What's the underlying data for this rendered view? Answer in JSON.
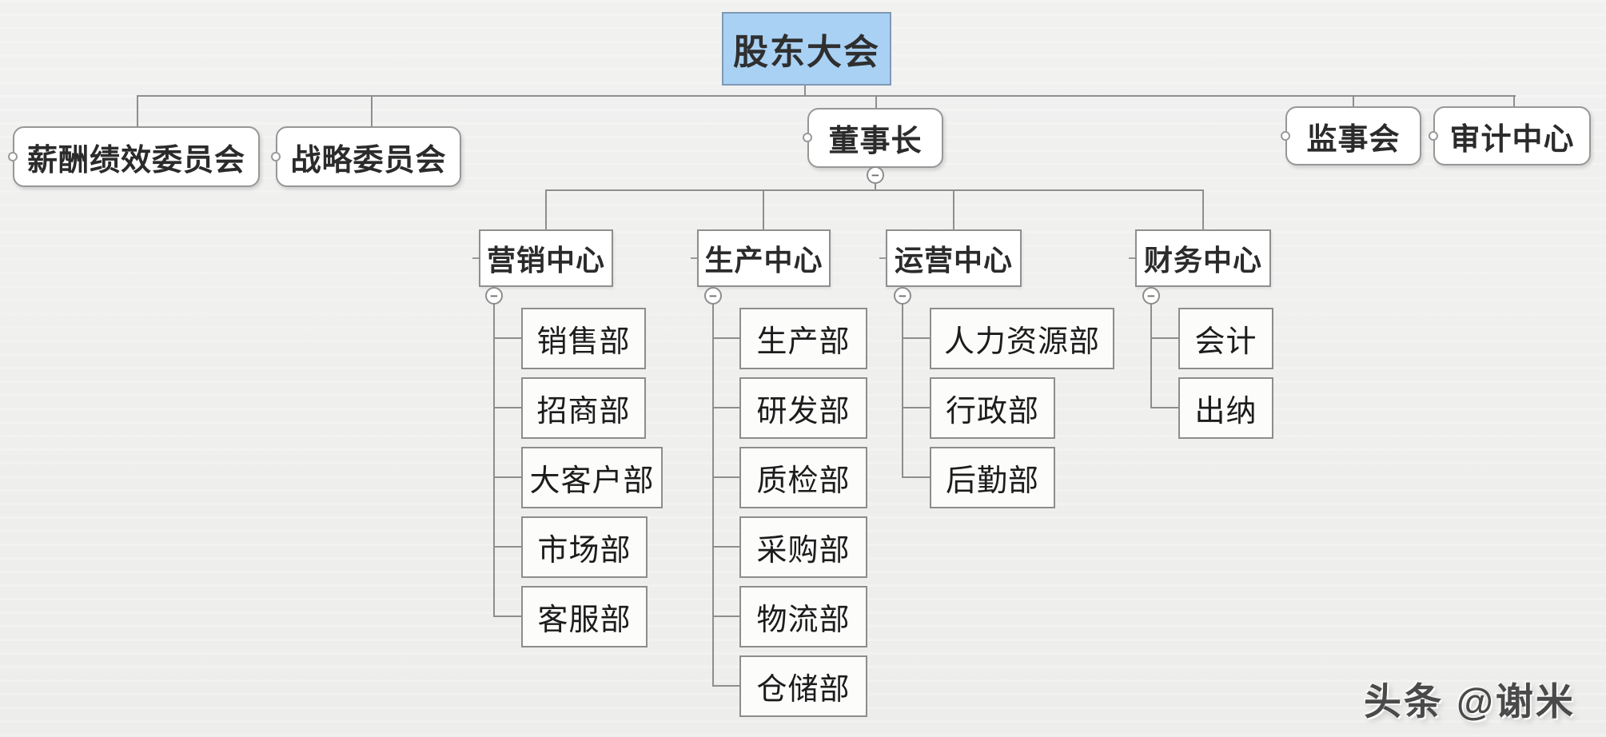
{
  "org_chart": {
    "root": {
      "label": "股东大会"
    },
    "level1": [
      {
        "label": "薪酬绩效委员会"
      },
      {
        "label": "战略委员会"
      },
      {
        "label": "董事长"
      },
      {
        "label": "监事会"
      },
      {
        "label": "审计中心"
      }
    ],
    "centers": [
      {
        "label": "营销中心",
        "departments": [
          "销售部",
          "招商部",
          "大客户部",
          "市场部",
          "客服部"
        ]
      },
      {
        "label": "生产中心",
        "departments": [
          "生产部",
          "研发部",
          "质检部",
          "采购部",
          "物流部",
          "仓储部"
        ]
      },
      {
        "label": "运营中心",
        "departments": [
          "人力资源部",
          "行政部",
          "后勤部"
        ]
      },
      {
        "label": "财务中心",
        "departments": [
          "会计",
          "出纳"
        ]
      }
    ]
  },
  "icons": {
    "collapse_minus": "−"
  },
  "colors": {
    "canvas_bg": "#efefee",
    "root_fill": "#a9d1f4",
    "root_border": "#7f98b4",
    "node_fill": "#ffffff",
    "node_border": "#8f8f8f",
    "connector": "#8e8e8e",
    "text": "#2b2b2b",
    "watermark": "#4a4a4a"
  },
  "watermark": {
    "text": "头条 @谢米"
  }
}
